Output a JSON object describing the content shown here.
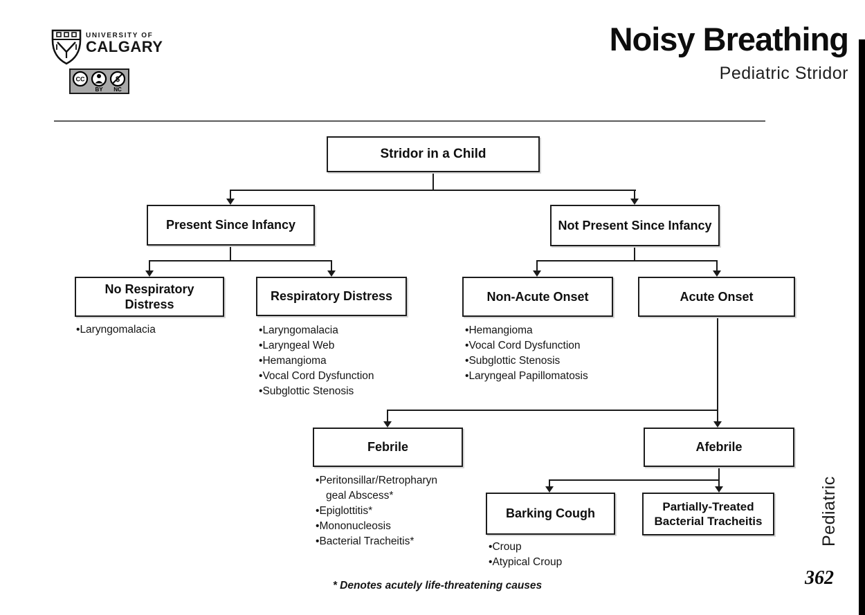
{
  "header": {
    "university_line1": "UNIVERSITY OF",
    "university_line2": "CALGARY",
    "cc_badge": {
      "cc": "CC",
      "by": "BY",
      "nc": "NC"
    },
    "title": "Noisy Breathing",
    "subtitle": "Pediatric Stridor"
  },
  "flowchart": {
    "root": {
      "label": "Stridor in a Child"
    },
    "present_since_infancy": {
      "label": "Present Since Infancy"
    },
    "not_present_since_infancy": {
      "label": "Not Present Since Infancy"
    },
    "no_respiratory_distress": {
      "label": "No Respiratory Distress",
      "items": [
        "Laryngomalacia"
      ]
    },
    "respiratory_distress": {
      "label": "Respiratory Distress",
      "items": [
        "Laryngomalacia",
        "Laryngeal Web",
        "Hemangioma",
        "Vocal Cord Dysfunction",
        "Subglottic Stenosis"
      ]
    },
    "non_acute_onset": {
      "label": "Non-Acute Onset",
      "items": [
        "Hemangioma",
        "Vocal Cord Dysfunction",
        "Subglottic Stenosis",
        "Laryngeal Papillomatosis"
      ]
    },
    "acute_onset": {
      "label": "Acute Onset"
    },
    "febrile": {
      "label": "Febrile",
      "items": [
        "Peritonsillar/Retropharyn\ngeal Abscess*",
        "Epiglottitis*",
        "Mononucleosis",
        "Bacterial Tracheitis*"
      ]
    },
    "afebrile": {
      "label": "Afebrile"
    },
    "barking_cough": {
      "label": "Barking Cough",
      "items": [
        "Croup",
        "Atypical Croup"
      ]
    },
    "partially_treated": {
      "label": "Partially-Treated Bacterial Tracheitis"
    }
  },
  "footer": {
    "note": "* Denotes acutely life-threatening causes",
    "page_number": "362",
    "section_label": "Pediatric"
  },
  "colors": {
    "line": "#1a1a1a",
    "divider": "#5a5a5a",
    "badge_bg": "#a8a8a8"
  }
}
